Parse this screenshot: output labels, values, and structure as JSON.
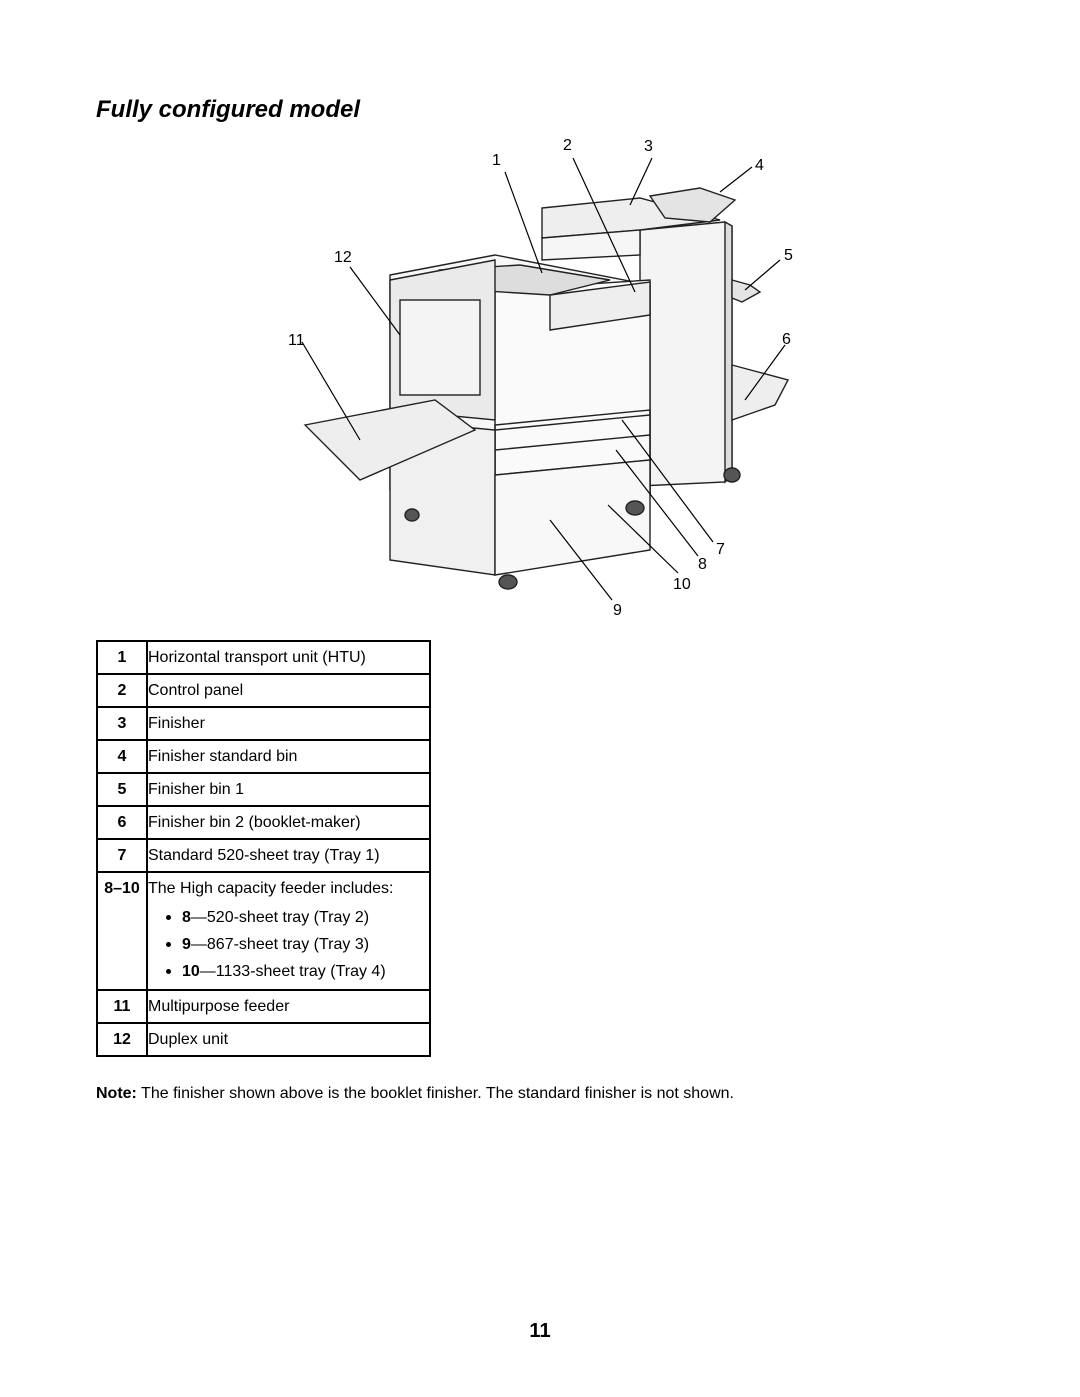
{
  "heading": "Fully configured model",
  "figure": {
    "callouts": [
      "1",
      "2",
      "3",
      "4",
      "5",
      "6",
      "7",
      "8",
      "9",
      "10",
      "11",
      "12"
    ]
  },
  "legend": [
    {
      "num": "1",
      "desc": "Horizontal transport unit (HTU)"
    },
    {
      "num": "2",
      "desc": "Control panel"
    },
    {
      "num": "3",
      "desc": "Finisher"
    },
    {
      "num": "4",
      "desc": "Finisher standard bin"
    },
    {
      "num": "5",
      "desc": "Finisher bin 1"
    },
    {
      "num": "6",
      "desc": "Finisher bin 2 (booklet-maker)"
    },
    {
      "num": "7",
      "desc": "Standard 520-sheet tray (Tray 1)"
    },
    {
      "num": "8–10",
      "desc": "The High capacity feeder includes:",
      "items": [
        {
          "bold": "8",
          "text": "—520-sheet tray (Tray 2)"
        },
        {
          "bold": "9",
          "text": "—867-sheet tray (Tray 3)"
        },
        {
          "bold": "10",
          "text": "—1133-sheet tray (Tray 4)"
        }
      ]
    },
    {
      "num": "11",
      "desc": "Multipurpose feeder"
    },
    {
      "num": "12",
      "desc": "Duplex unit"
    }
  ],
  "note": {
    "label": "Note:",
    "text": " The finisher shown above is the booklet finisher. The standard finisher is not shown."
  },
  "page_number": "11"
}
